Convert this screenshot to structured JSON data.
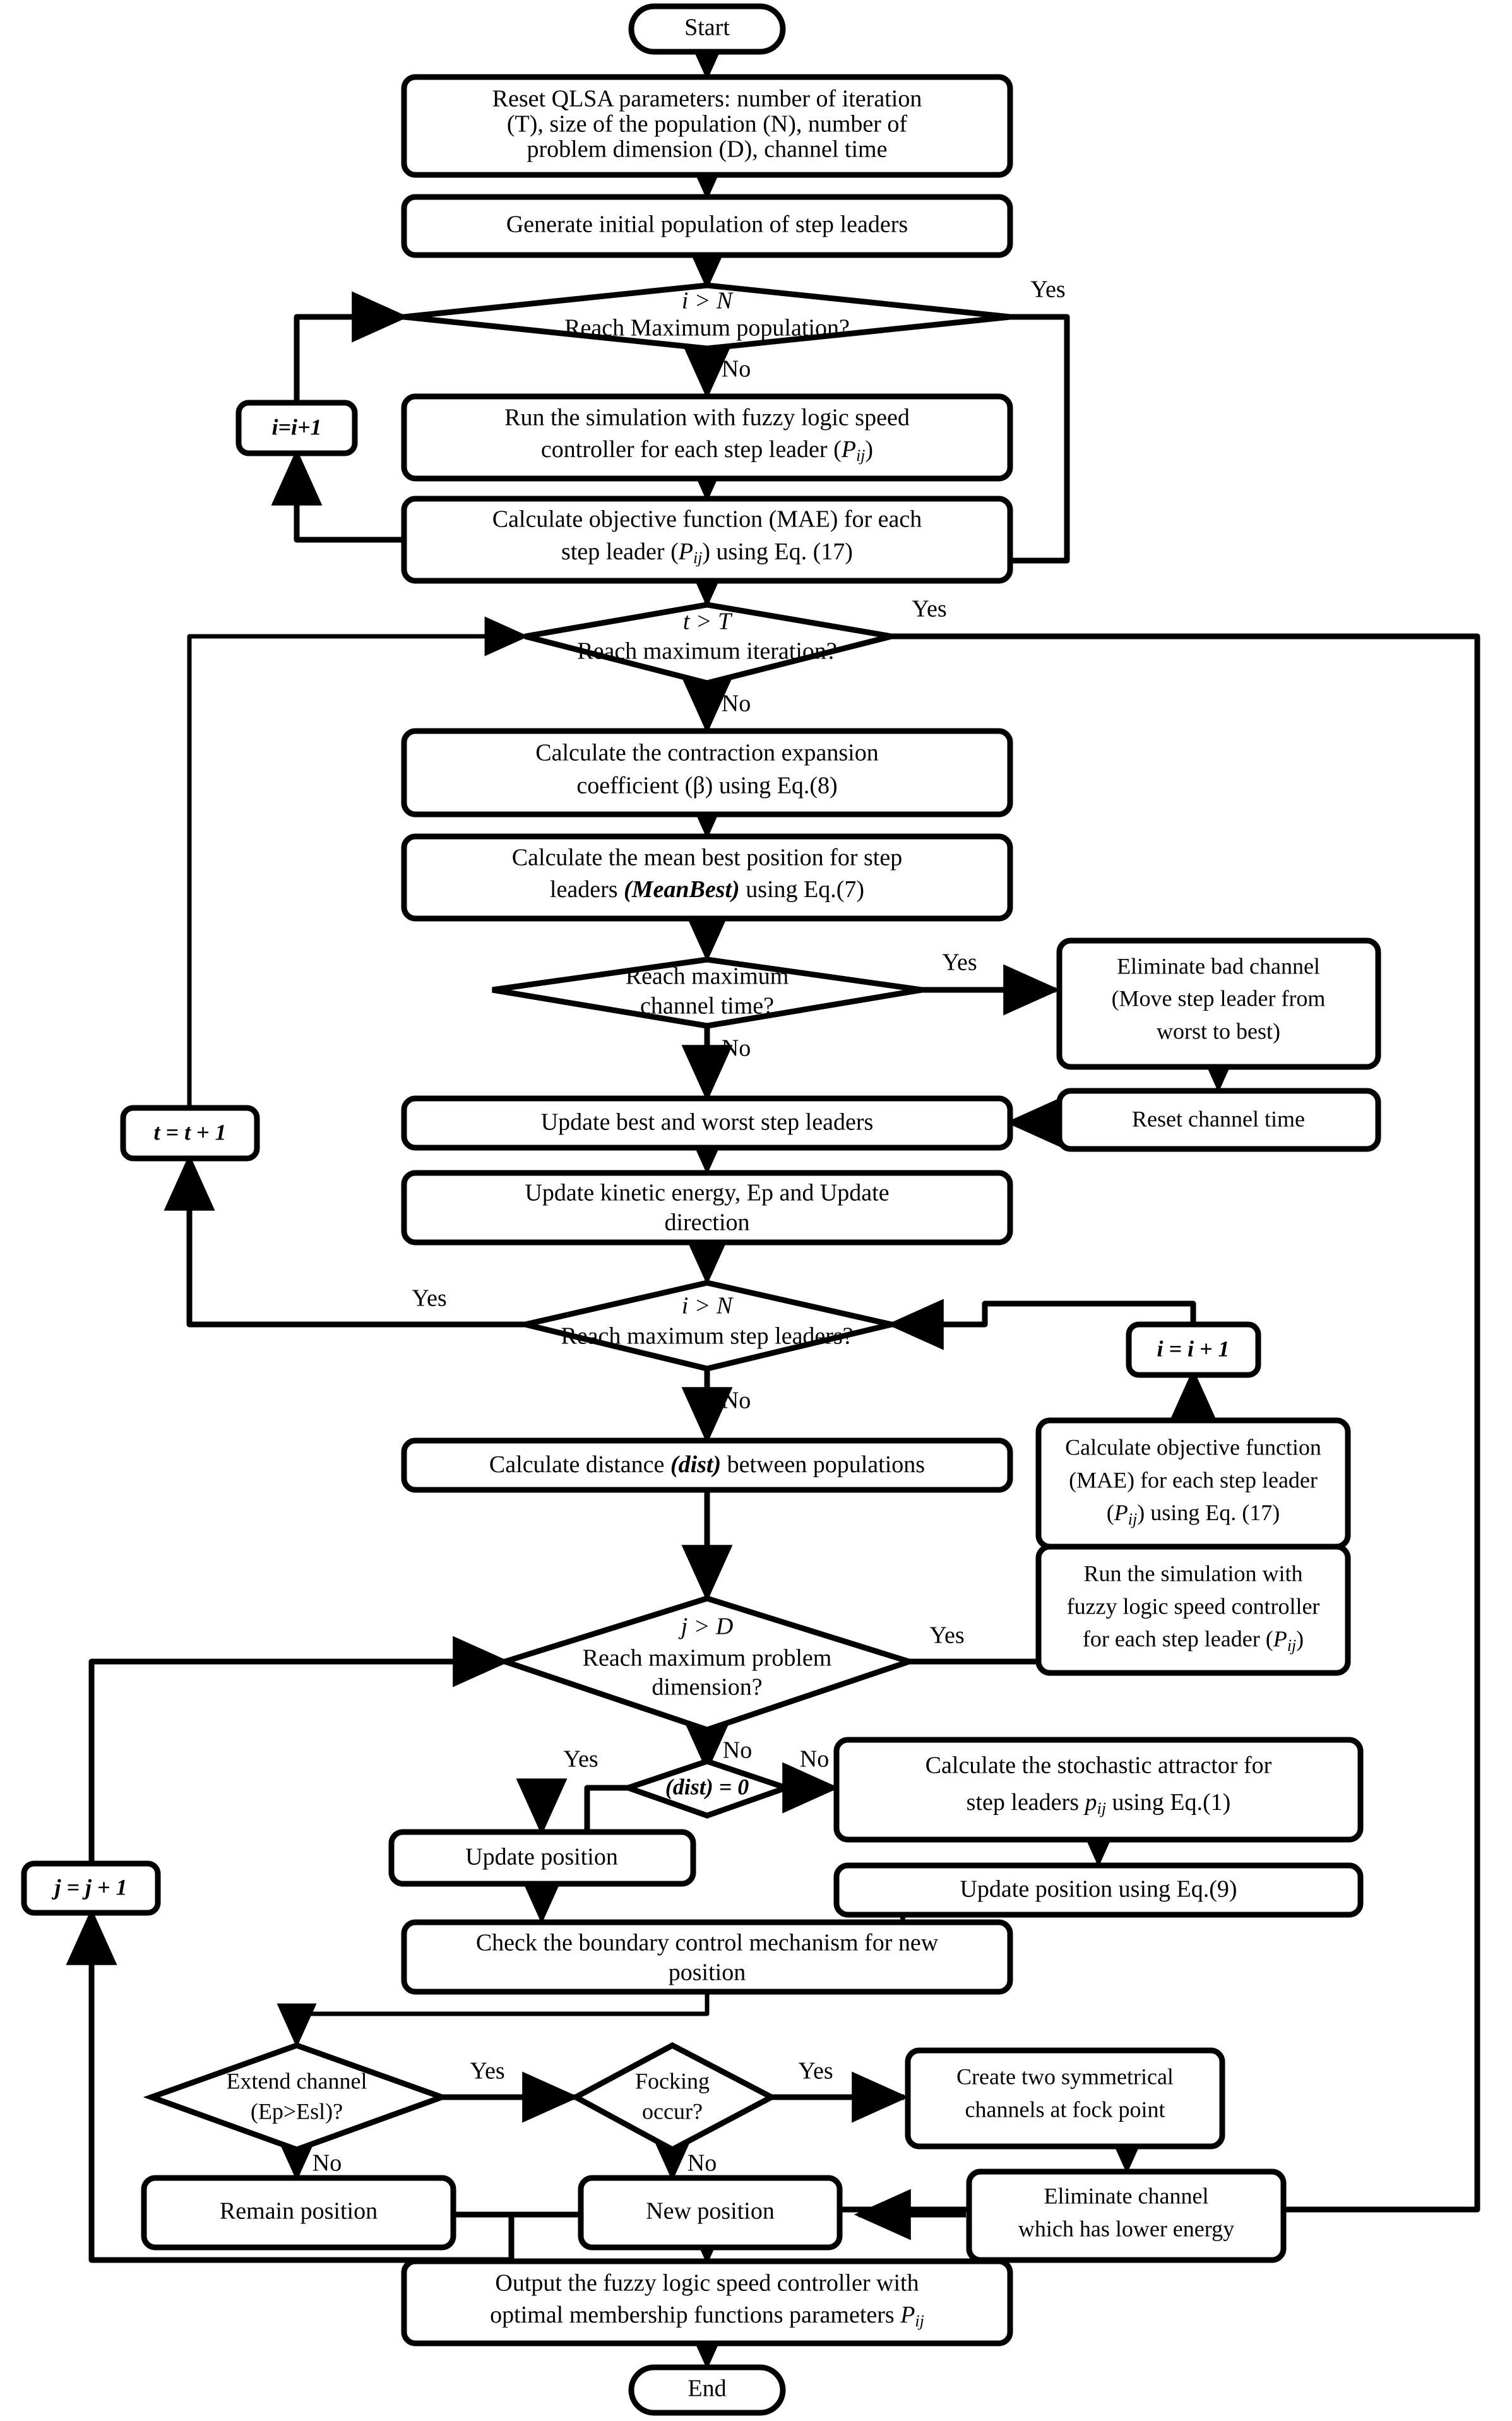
{
  "diagram": {
    "title": "QLSA optimization flowchart for fuzzy logic speed controller",
    "colors": {
      "stroke": "#000000",
      "fill": "#ffffff",
      "background": "#ffffff"
    }
  },
  "nodes": {
    "start": {
      "label": "Start",
      "shape": "terminator"
    },
    "reset_params": {
      "line1": "Reset QLSA parameters: number of iteration",
      "line2": "(T), size of the population (N), number of",
      "line3": "problem dimension (D),  channel time",
      "shape": "process"
    },
    "gen_pop": {
      "label": "Generate initial population of step leaders",
      "shape": "process"
    },
    "dec_pop": {
      "line1": "i > N",
      "line2": "Reach Maximum population?",
      "shape": "decision"
    },
    "i_inc_1": {
      "label": "i=i+1",
      "shape": "process-small"
    },
    "run_sim_1": {
      "line1": "Run the simulation with fuzzy logic speed",
      "line2a": "controller for each step leader (",
      "line2sub": "P",
      "line2subij": "ij",
      "line2b": ")",
      "shape": "process"
    },
    "calc_obj_1": {
      "line1": "Calculate objective function (MAE) for each",
      "line2a": "step leader (",
      "line2sub": "P",
      "line2subij": "ij",
      "line2b": ") using Eq. (17)",
      "shape": "process"
    },
    "dec_iter": {
      "line1": "t > T",
      "line2": "Reach maximum iteration?",
      "shape": "decision"
    },
    "t_inc": {
      "label": "t = t + 1",
      "shape": "process-small"
    },
    "calc_beta": {
      "line1": "Calculate the contraction expansion",
      "line2": "coefficient (β) using Eq.(8)",
      "shape": "process"
    },
    "calc_meanbest": {
      "line1": "Calculate the mean best position for step",
      "line2a": "leaders ",
      "line2i": "(MeanBest)",
      "line2b": " using Eq.(7)",
      "shape": "process"
    },
    "dec_channel": {
      "line1": "Reach maximum",
      "line2": "channel time?",
      "shape": "decision"
    },
    "elim_bad": {
      "line1": "Eliminate bad channel",
      "line2": "(Move step leader from",
      "line3": "worst to best)",
      "shape": "process"
    },
    "reset_channel": {
      "label": "Reset channel time",
      "shape": "process"
    },
    "update_bw": {
      "label": "Update best and worst step leaders",
      "shape": "process"
    },
    "update_ke": {
      "line1": "Update kinetic energy, Ep and Update",
      "line2": "direction",
      "shape": "process"
    },
    "dec_sl": {
      "line1": "i > N",
      "line2": "Reach maximum step leaders?",
      "shape": "decision"
    },
    "i_inc_2": {
      "label": "i = i + 1",
      "shape": "process-small"
    },
    "calc_obj_2": {
      "line1": "Calculate objective function",
      "line2": "(MAE) for each step leader",
      "line3a": "(",
      "line3sub": "P",
      "line3subij": "ij",
      "line3b": ") using Eq. (17)",
      "shape": "process"
    },
    "run_sim_2": {
      "line1": "Run the simulation with",
      "line2": "fuzzy logic speed controller",
      "line3a": "for each step leader (",
      "line3sub": "P",
      "line3subij": "ij",
      "line3b": ")",
      "shape": "process"
    },
    "calc_dist": {
      "pre": "Calculate distance ",
      "it": "(dist)",
      "post": " between populations",
      "shape": "process"
    },
    "dec_dim": {
      "line1": "j > D",
      "line2": "Reach maximum problem",
      "line3": "dimension?",
      "shape": "decision"
    },
    "j_inc": {
      "label": "j = j + 1",
      "shape": "process-small"
    },
    "dec_dist": {
      "label": "(dist) = 0",
      "shape": "decision-small"
    },
    "calc_attr": {
      "line1": "Calculate the stochastic attractor for",
      "line2a": "step leaders ",
      "line2sub": "p",
      "line2subij": "ij",
      "line2b": " using Eq.(1)",
      "shape": "process"
    },
    "upd_pos_eq9": {
      "label": "Update position using Eq.(9)",
      "shape": "process"
    },
    "upd_pos": {
      "label": "Update position",
      "shape": "process"
    },
    "check_bound": {
      "line1": "Check the boundary control mechanism for new",
      "line2": "position",
      "shape": "process"
    },
    "dec_extend": {
      "line1": "Extend channel",
      "line2": "(Ep>Esl)?",
      "shape": "decision"
    },
    "dec_fock": {
      "line1": "Focking",
      "line2": "occur?",
      "shape": "decision"
    },
    "create_two": {
      "line1": "Create two symmetrical",
      "line2": "channels at fock point",
      "shape": "process"
    },
    "elim_lower": {
      "line1": "Eliminate channel",
      "line2": "which has lower energy",
      "shape": "process"
    },
    "remain_pos": {
      "label": "Remain position",
      "shape": "process"
    },
    "new_pos": {
      "label": "New position",
      "shape": "process"
    },
    "output": {
      "line1": "Output the fuzzy logic speed controller with",
      "line2a": "optimal  membership functions parameters ",
      "line2sub": "P",
      "line2subij": "ij",
      "shape": "process"
    },
    "end": {
      "label": "End",
      "shape": "terminator"
    }
  },
  "edge_labels": {
    "yes": "Yes",
    "no": "No"
  }
}
